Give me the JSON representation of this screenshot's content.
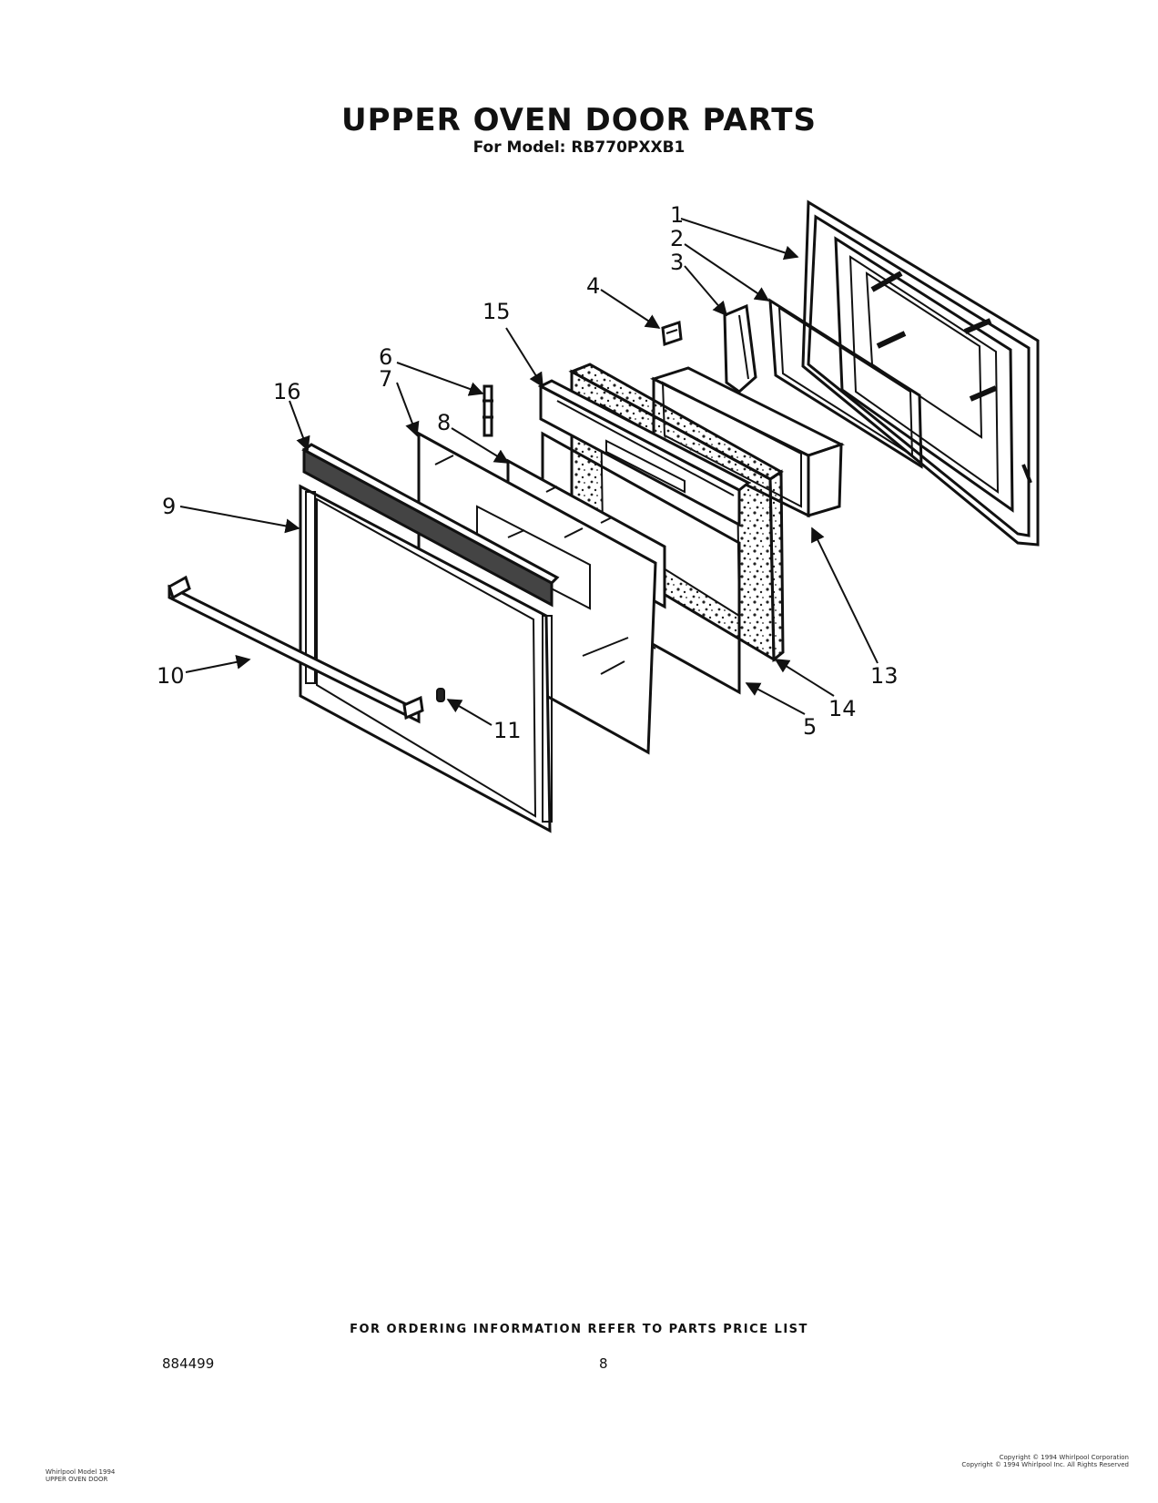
{
  "header": {
    "title": "UPPER OVEN DOOR PARTS",
    "subtitle": "For Model: RB770PXXB1"
  },
  "callouts": [
    "1",
    "2",
    "3",
    "4",
    "5",
    "6",
    "7",
    "8",
    "9",
    "10",
    "11",
    "13",
    "14",
    "15",
    "16"
  ],
  "footer": {
    "ordering_info": "FOR ORDERING INFORMATION REFER TO PARTS PRICE LIST",
    "doc_number": "884499",
    "page_number": "8",
    "left_small_1": "Whirlpool Model 1994",
    "left_small_2": "UPPER OVEN DOOR",
    "right_small_1": "Copyright © 1994 Whirlpool Corporation",
    "right_small_2": "Copyright © 1994 Whirlpool Inc.  All Rights Reserved"
  }
}
